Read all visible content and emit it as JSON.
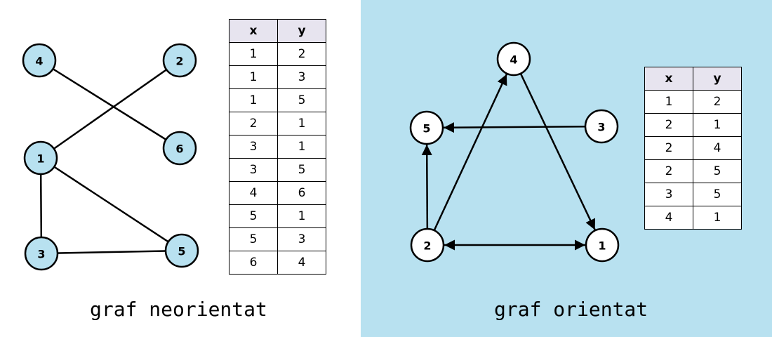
{
  "undirected": {
    "caption": "graf neorientat",
    "columns": [
      "x",
      "y"
    ],
    "rows": [
      [
        "1",
        "2"
      ],
      [
        "1",
        "3"
      ],
      [
        "1",
        "5"
      ],
      [
        "2",
        "1"
      ],
      [
        "3",
        "1"
      ],
      [
        "3",
        "5"
      ],
      [
        "4",
        "6"
      ],
      [
        "5",
        "1"
      ],
      [
        "5",
        "3"
      ],
      [
        "6",
        "4"
      ]
    ],
    "nodes": [
      "1",
      "2",
      "3",
      "4",
      "5",
      "6"
    ],
    "edges": [
      [
        "4",
        "6"
      ],
      [
        "1",
        "2"
      ],
      [
        "1",
        "3"
      ],
      [
        "1",
        "5"
      ],
      [
        "3",
        "5"
      ]
    ],
    "node_fill": "#b8e1f0"
  },
  "directed": {
    "caption": "graf orientat",
    "columns": [
      "x",
      "y"
    ],
    "rows": [
      [
        "1",
        "2"
      ],
      [
        "2",
        "1"
      ],
      [
        "2",
        "4"
      ],
      [
        "2",
        "5"
      ],
      [
        "3",
        "5"
      ],
      [
        "4",
        "1"
      ]
    ],
    "nodes": [
      "1",
      "2",
      "3",
      "4",
      "5"
    ],
    "arcs": [
      [
        "1",
        "2"
      ],
      [
        "2",
        "1"
      ],
      [
        "2",
        "4"
      ],
      [
        "2",
        "5"
      ],
      [
        "3",
        "5"
      ],
      [
        "4",
        "1"
      ]
    ],
    "node_fill": "#ffffff",
    "background": "#b8e1f0"
  }
}
